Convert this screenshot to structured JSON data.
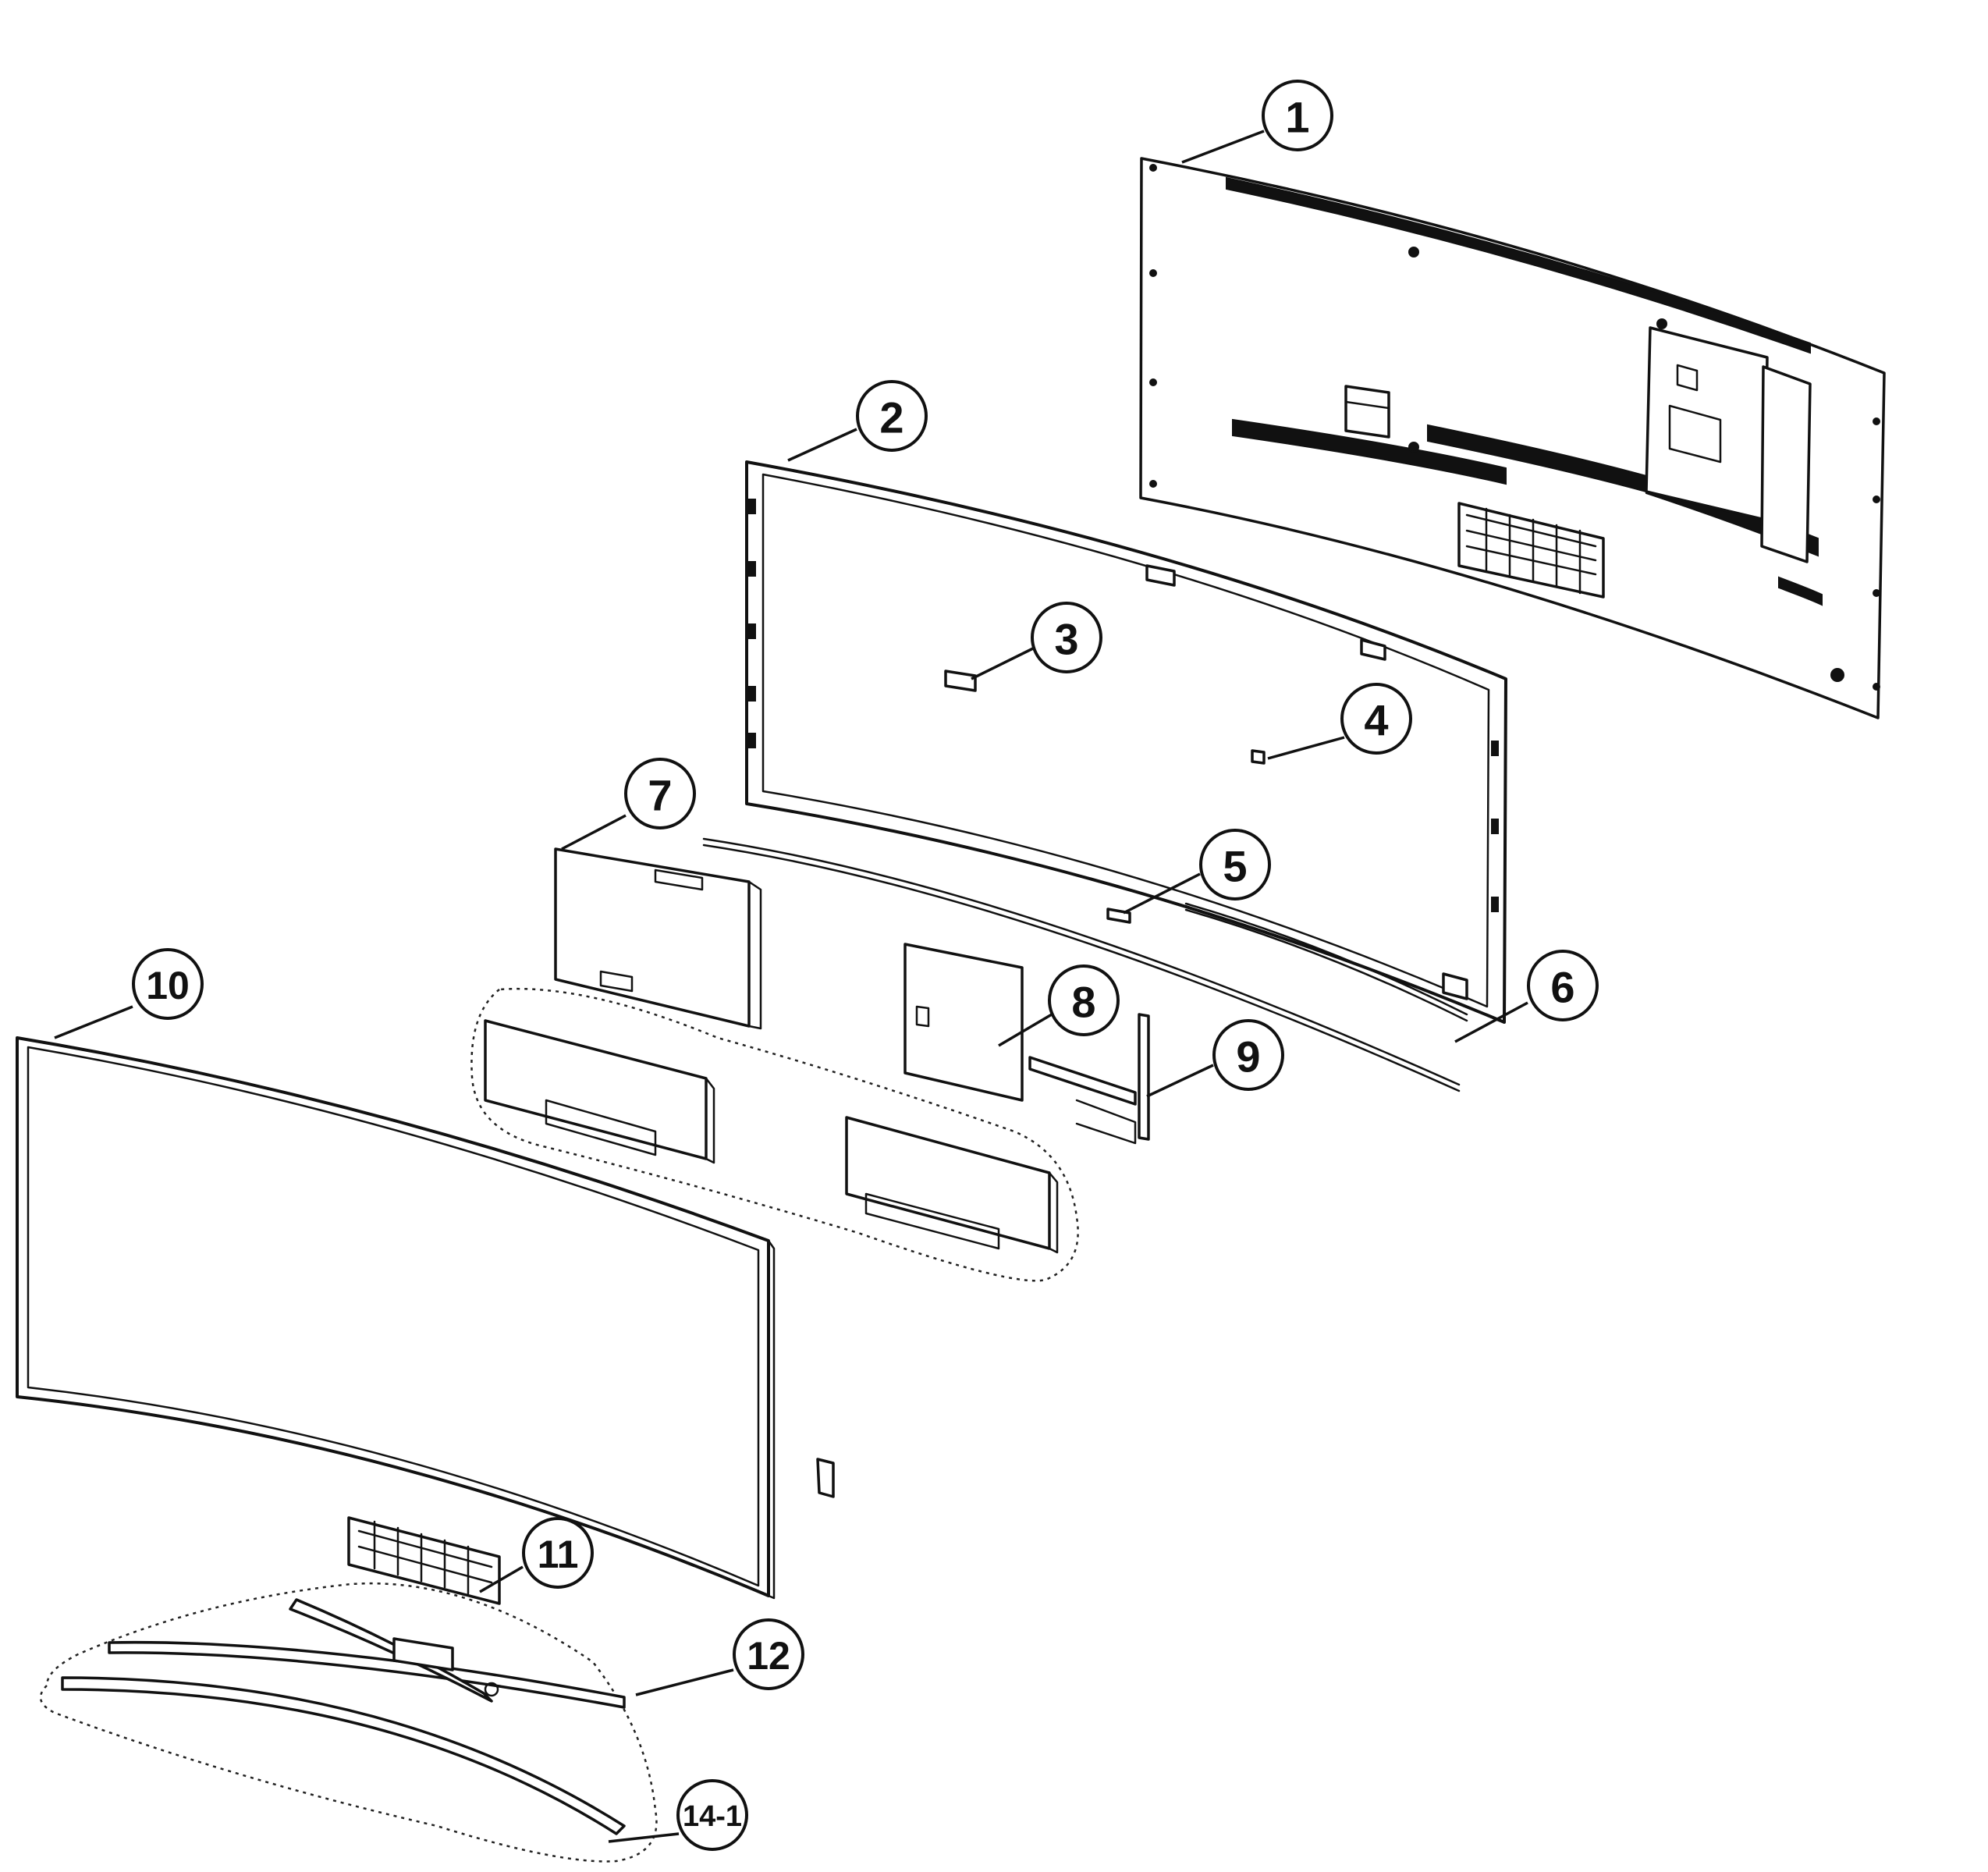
{
  "diagram": {
    "callouts": [
      {
        "id": "1",
        "label": "1"
      },
      {
        "id": "2",
        "label": "2"
      },
      {
        "id": "3",
        "label": "3"
      },
      {
        "id": "4",
        "label": "4"
      },
      {
        "id": "5",
        "label": "5"
      },
      {
        "id": "6",
        "label": "6"
      },
      {
        "id": "7",
        "label": "7"
      },
      {
        "id": "8",
        "label": "8"
      },
      {
        "id": "9",
        "label": "9"
      },
      {
        "id": "10",
        "label": "10"
      },
      {
        "id": "11",
        "label": "11"
      },
      {
        "id": "12",
        "label": "12"
      },
      {
        "id": "14-1",
        "label": "14-1"
      }
    ]
  }
}
